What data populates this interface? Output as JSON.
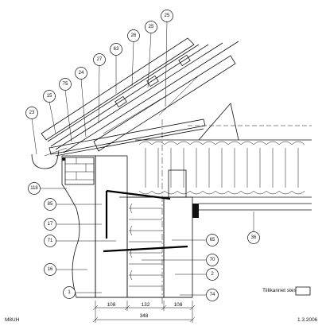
{
  "drawing": {
    "code": "M8UH",
    "date": "1.3.2006",
    "legend_label": "Tiilikannet stes"
  },
  "callouts": [
    "25",
    "25",
    "26",
    "63",
    "27",
    "75",
    "24",
    "15",
    "23",
    "118",
    "85",
    "17",
    "71",
    "16",
    "1",
    "65",
    "70",
    "2",
    "74",
    "36"
  ],
  "dimensions": {
    "segments": [
      "108",
      "132",
      "108"
    ],
    "total": "348"
  }
}
